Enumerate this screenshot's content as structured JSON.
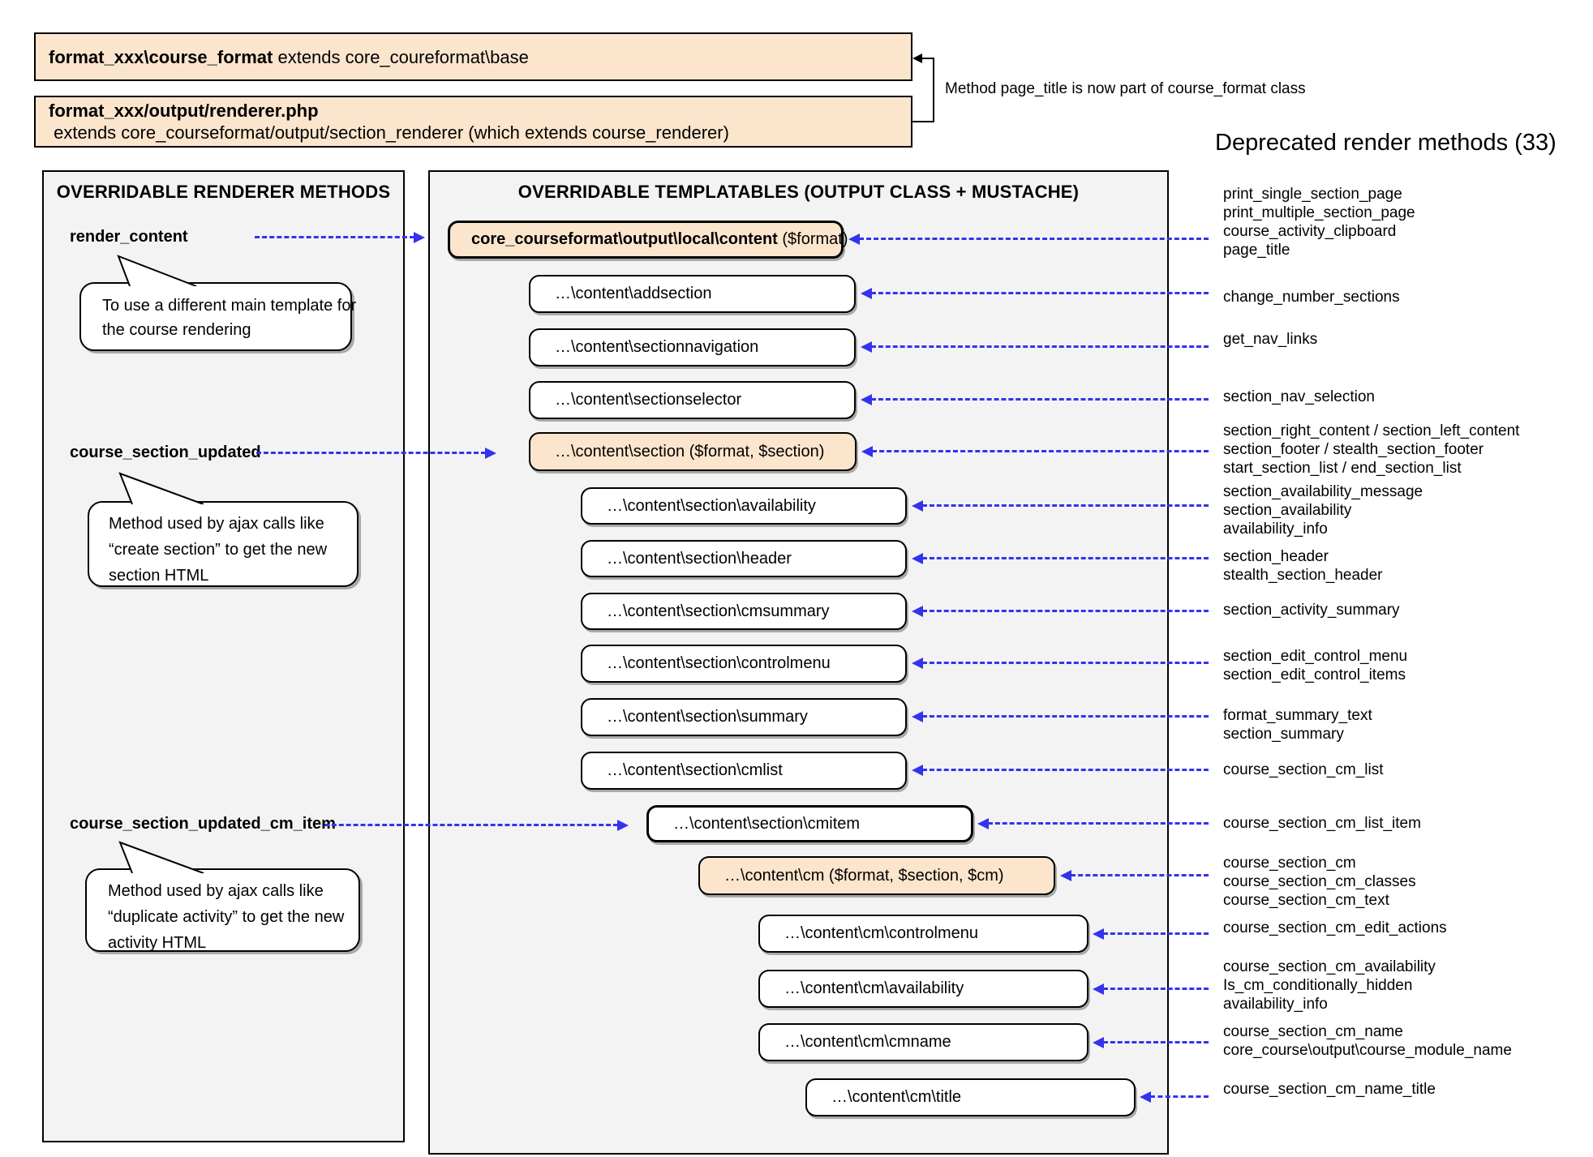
{
  "colors": {
    "accent_blue": "#3333ee",
    "node_orange": "#fce5cd",
    "panel_gray": "#f3f3f3",
    "border_black": "#000000"
  },
  "header": {
    "box1": {
      "bold": "format_xxx\\course_format",
      "rest": " extends core_coureformat\\base"
    },
    "box2": {
      "bold": "format_xxx/output/renderer.php",
      "rest": " extends core_courseformat/output/section_renderer (which extends course_renderer)"
    },
    "note": "Method page_title is now part of course_format class",
    "deprecated_title": "Deprecated render methods (33)"
  },
  "left_panel": {
    "title": "OVERRIDABLE RENDERER METHODS",
    "methods": [
      {
        "label": "render_content"
      },
      {
        "label": "course_section_updated"
      },
      {
        "label": "course_section_updated_cm_item"
      }
    ],
    "bubbles": [
      {
        "lines": [
          "To use a different main template for",
          "the course rendering"
        ]
      },
      {
        "lines": [
          "Method used by ajax calls like",
          "“create section” to get the new",
          "section HTML"
        ]
      },
      {
        "lines": [
          "Method used by ajax calls like",
          "“duplicate activity” to get the new",
          "activity HTML"
        ]
      }
    ]
  },
  "middle_panel": {
    "title": "OVERRIDABLE TEMPLATABLES (OUTPUT CLASS + MUSTACHE)",
    "boxes": [
      {
        "bold": "core_courseformat\\output\\local\\content",
        "text": " ($format)"
      },
      {
        "bold": "",
        "text": "…\\content\\addsection"
      },
      {
        "bold": "",
        "text": "…\\content\\sectionnavigation"
      },
      {
        "bold": "",
        "text": "…\\content\\sectionselector"
      },
      {
        "bold": "",
        "text": "…\\content\\section ($format, $section)"
      },
      {
        "bold": "",
        "text": "…\\content\\section\\availability"
      },
      {
        "bold": "",
        "text": "…\\content\\section\\header"
      },
      {
        "bold": "",
        "text": "…\\content\\section\\cmsummary"
      },
      {
        "bold": "",
        "text": "…\\content\\section\\controlmenu"
      },
      {
        "bold": "",
        "text": "…\\content\\section\\summary"
      },
      {
        "bold": "",
        "text": "…\\content\\section\\cmlist"
      },
      {
        "bold": "",
        "text": "…\\content\\section\\cmitem"
      },
      {
        "bold": "",
        "text": "…\\content\\cm ($format, $section, $cm)"
      },
      {
        "bold": "",
        "text": "…\\content\\cm\\controlmenu"
      },
      {
        "bold": "",
        "text": "…\\content\\cm\\availability"
      },
      {
        "bold": "",
        "text": "…\\content\\cm\\cmname"
      },
      {
        "bold": "",
        "text": "…\\content\\cm\\title"
      }
    ]
  },
  "deprecated": {
    "groups": [
      {
        "lines": [
          "print_single_section_page",
          "print_multiple_section_page",
          "course_activity_clipboard",
          "page_title"
        ]
      },
      {
        "lines": [
          "change_number_sections"
        ]
      },
      {
        "lines": [
          "get_nav_links"
        ]
      },
      {
        "lines": [
          "section_nav_selection"
        ]
      },
      {
        "lines": [
          "section_right_content / section_left_content",
          "section_footer / stealth_section_footer",
          "start_section_list / end_section_list"
        ]
      },
      {
        "lines": [
          "section_availability_message",
          "section_availability",
          "availability_info"
        ]
      },
      {
        "lines": [
          "section_header",
          "stealth_section_header"
        ]
      },
      {
        "lines": [
          "section_activity_summary"
        ]
      },
      {
        "lines": [
          "section_edit_control_menu",
          "section_edit_control_items"
        ]
      },
      {
        "lines": [
          "format_summary_text",
          "section_summary"
        ]
      },
      {
        "lines": [
          "course_section_cm_list"
        ]
      },
      {
        "lines": [
          "course_section_cm_list_item"
        ]
      },
      {
        "lines": [
          "course_section_cm",
          "course_section_cm_classes",
          "course_section_cm_text"
        ]
      },
      {
        "lines": [
          "course_section_cm_edit_actions"
        ]
      },
      {
        "lines": [
          "course_section_cm_availability",
          "Is_cm_conditionally_hidden",
          "availability_info"
        ]
      },
      {
        "lines": [
          "course_section_cm_name",
          "core_course\\output\\course_module_name"
        ]
      },
      {
        "lines": [
          "course_section_cm_name_title"
        ]
      }
    ]
  }
}
